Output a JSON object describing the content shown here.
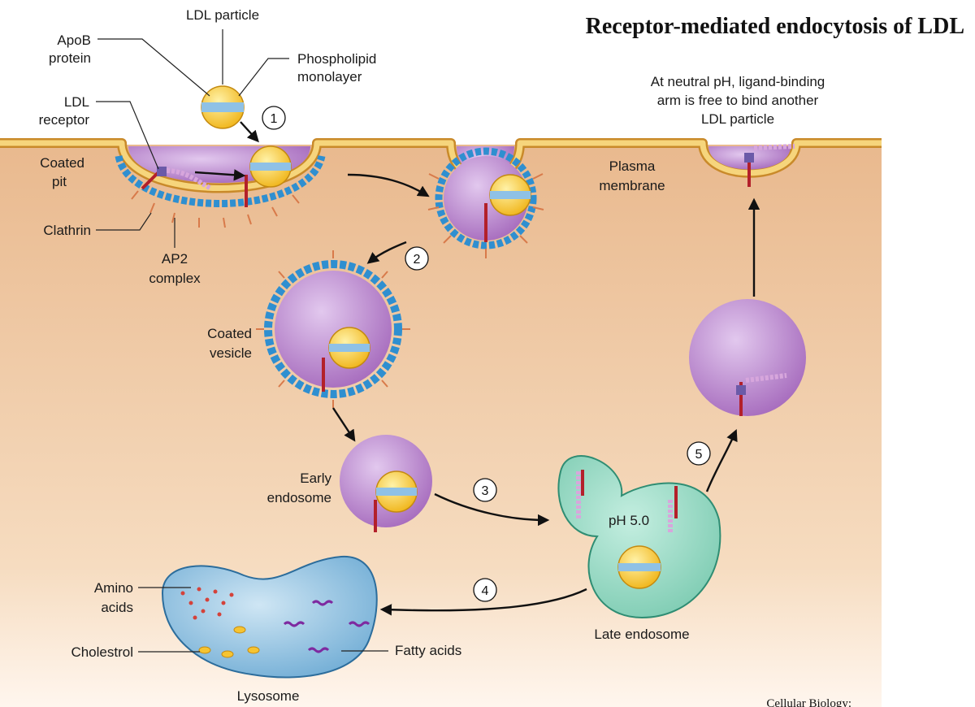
{
  "title": "Receptor-mediated endocytosis of LDL",
  "credit": "Cellular Biology:",
  "labels": {
    "ldl_particle": "LDL particle",
    "apob_1": "ApoB",
    "apob_2": "protein",
    "phospholipid_1": "Phospholipid",
    "phospholipid_2": "monolayer",
    "ldl_receptor_1": "LDL",
    "ldl_receptor_2": "receptor",
    "coated_pit_1": "Coated",
    "coated_pit_2": "pit",
    "clathrin": "Clathrin",
    "ap2_1": "AP2",
    "ap2_2": "complex",
    "coated_vesicle_1": "Coated",
    "coated_vesicle_2": "vesicle",
    "plasma_membrane_1": "Plasma",
    "plasma_membrane_2": "membrane",
    "neutral_ph_1": "At neutral pH, ligand-binding",
    "neutral_ph_2": "arm is free to bind another",
    "neutral_ph_3": "LDL particle",
    "early_endosome_1": "Early",
    "early_endosome_2": "endosome",
    "ph": "pH 5.0",
    "late_endosome": "Late endosome",
    "amino_acids_1": "Amino",
    "amino_acids_2": "acids",
    "cholesterol": "Cholestrol",
    "fatty_acids": "Fatty acids",
    "lysosome": "Lysosome"
  },
  "steps": [
    "1",
    "2",
    "3",
    "4",
    "5"
  ],
  "colors": {
    "cytoplasm": "#f0c49a",
    "membrane": "#f5d37a",
    "membrane_edge": "#c98a2a",
    "vesicle_purple": "#b27fc4",
    "clathrin_blue": "#2f8fd0",
    "spike_orange": "#d87a4a",
    "ldl_yellow": "#f6c431",
    "apob_blue": "#8fc1e6",
    "receptor_red": "#b3202a",
    "receptor_pink": "#d7a6dc",
    "late_endosome_green": "#8fd3bf",
    "lysosome_blue": "#7fb6d8"
  }
}
